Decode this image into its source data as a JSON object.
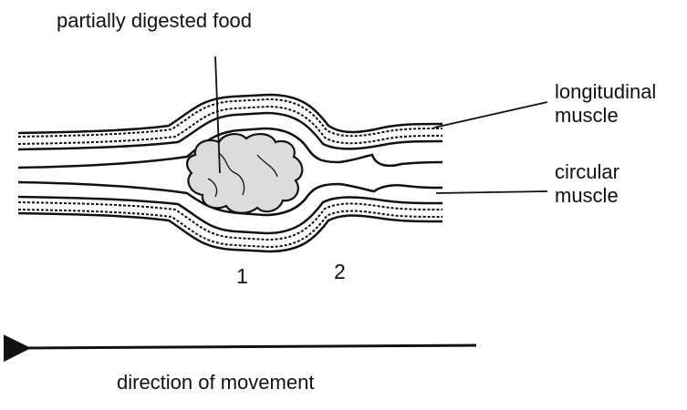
{
  "labels": {
    "food": "partially digested food",
    "longitudinal": [
      "longitudinal",
      "muscle"
    ],
    "circular": [
      "circular",
      "muscle"
    ],
    "point_1": "1",
    "point_2": "2",
    "direction": "direction of movement"
  },
  "colors": {
    "ink": "#111111",
    "food_fill": "#dcdcdc",
    "background": "#ffffff"
  }
}
